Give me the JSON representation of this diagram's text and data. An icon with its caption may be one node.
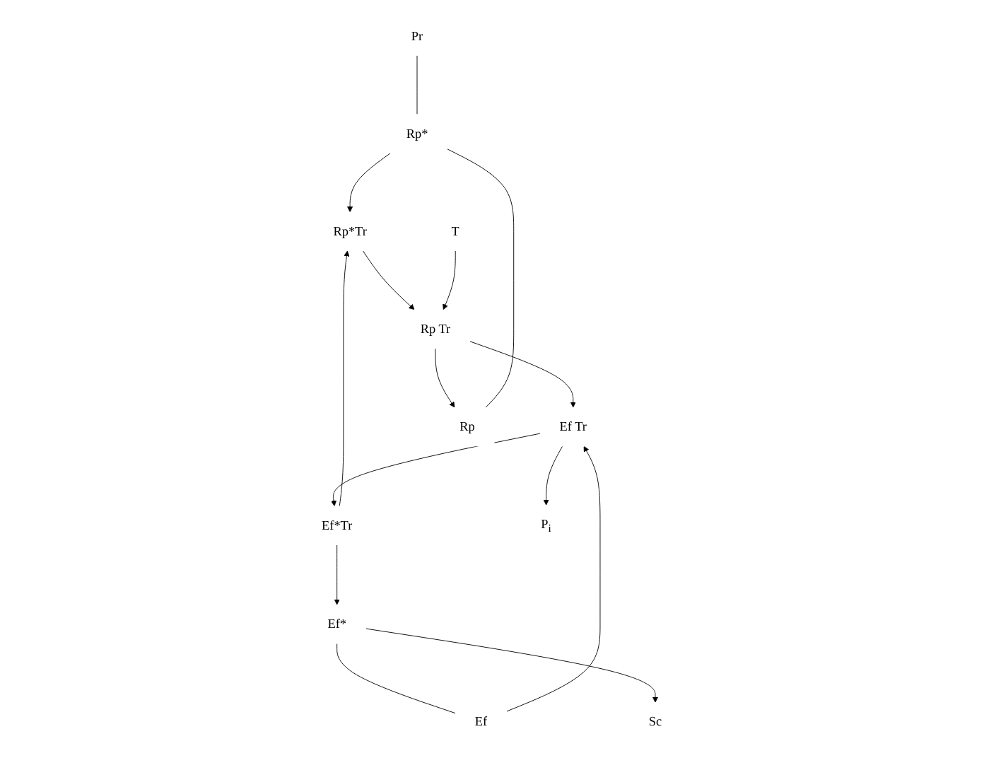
{
  "diagram": {
    "nodes": [
      {
        "text": [
          "Rp*"
        ]
      },
      {
        "text": [
          "Ef*"
        ]
      },
      {
        "text": [
          "Rp*Tr"
        ]
      },
      {
        "text": [
          "Ef*Tr"
        ]
      },
      {
        "text": [
          "T"
        ]
      },
      {
        "text": [
          "P$_{i}$"
        ]
      },
      {
        "text": [
          "Pr"
        ]
      },
      {
        "text": [
          "Rp Tr"
        ]
      },
      {
        "text": [
          "Ef Tr"
        ]
      },
      {
        "text": [
          "Sc"
        ]
      },
      {
        "text": [
          "Rp"
        ]
      },
      {
        "text": [
          "Ef"
        ]
      }
    ],
    "edges": [
      {
        "from": 2,
        "to": 7,
        "arrow": "to"
      },
      {
        "from": 4,
        "to": 7,
        "arrow": "to"
      },
      {
        "from": 7,
        "to": 8,
        "arrow": "to"
      },
      {
        "from": 7,
        "to": 10,
        "arrow": "to"
      },
      {
        "from": 11,
        "to": 8,
        "arrow": "to"
      },
      {
        "from": 8,
        "to": 3,
        "arrow": "to"
      },
      {
        "from": 8,
        "to": 5,
        "arrow": "to"
      },
      {
        "from": 3,
        "to": 2,
        "arrow": "to"
      },
      {
        "from": 0,
        "to": 2,
        "arrow": "to"
      },
      {
        "from": 3,
        "to": 1,
        "arrow": "to"
      },
      {
        "from": 10,
        "to": 0,
        "arrow": "none"
      },
      {
        "from": 6,
        "to": 0,
        "arrow": "none"
      },
      {
        "from": 1,
        "to": 11,
        "arrow": "none"
      },
      {
        "from": 1,
        "to": 9,
        "arrow": "to"
      }
    ]
  }
}
